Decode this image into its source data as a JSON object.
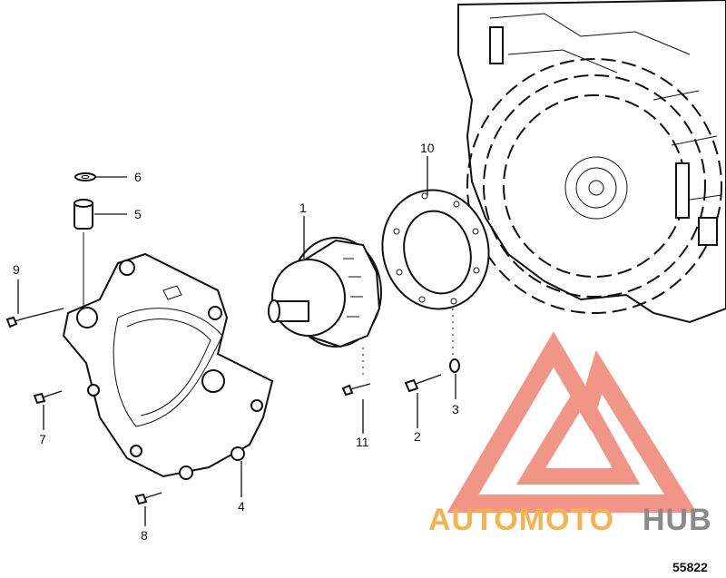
{
  "callouts": {
    "c1": "1",
    "c2": "2",
    "c3": "3",
    "c4": "4",
    "c5": "5",
    "c6": "6",
    "c7": "7",
    "c8": "8",
    "c9": "9",
    "c10": "10",
    "c11": "11"
  },
  "figure_number": "55822",
  "watermark": {
    "text_orange": "AUTOMOTO",
    "text_gray": "HUB",
    "color_orange": "#f7b24d",
    "color_gray": "#8a8a8a",
    "color_logo": "#f08a7a"
  }
}
